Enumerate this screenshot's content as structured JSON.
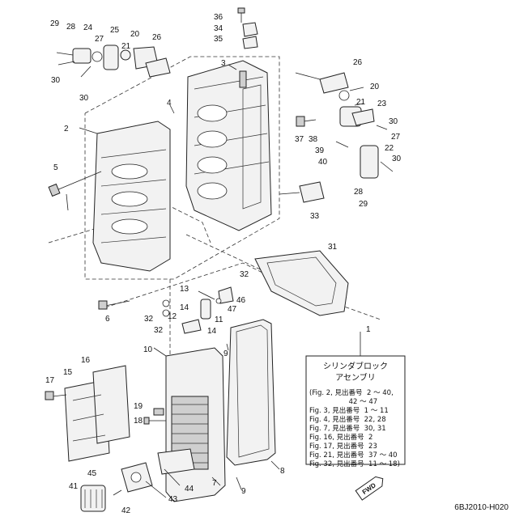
{
  "labels": [
    {
      "id": "29a",
      "text": "29"
    },
    {
      "id": "28a",
      "text": "28"
    },
    {
      "id": "24",
      "text": "24"
    },
    {
      "id": "27a",
      "text": "27"
    },
    {
      "id": "25",
      "text": "25"
    },
    {
      "id": "20a",
      "text": "20"
    },
    {
      "id": "21a",
      "text": "21"
    },
    {
      "id": "26a",
      "text": "26"
    },
    {
      "id": "30a",
      "text": "30"
    },
    {
      "id": "30b",
      "text": "30"
    },
    {
      "id": "36",
      "text": "36"
    },
    {
      "id": "34",
      "text": "34"
    },
    {
      "id": "35",
      "text": "35"
    },
    {
      "id": "3",
      "text": "3"
    },
    {
      "id": "26b",
      "text": "26"
    },
    {
      "id": "20b",
      "text": "20"
    },
    {
      "id": "21b",
      "text": "21"
    },
    {
      "id": "23",
      "text": "23"
    },
    {
      "id": "30c",
      "text": "30"
    },
    {
      "id": "4",
      "text": "4"
    },
    {
      "id": "2",
      "text": "2"
    },
    {
      "id": "37",
      "text": "37"
    },
    {
      "id": "38",
      "text": "38"
    },
    {
      "id": "39",
      "text": "39"
    },
    {
      "id": "27b",
      "text": "27"
    },
    {
      "id": "22",
      "text": "22"
    },
    {
      "id": "40",
      "text": "40"
    },
    {
      "id": "30d",
      "text": "30"
    },
    {
      "id": "5",
      "text": "5"
    },
    {
      "id": "28b",
      "text": "28"
    },
    {
      "id": "29b",
      "text": "29"
    },
    {
      "id": "33",
      "text": "33"
    },
    {
      "id": "31",
      "text": "31"
    },
    {
      "id": "32a",
      "text": "32"
    },
    {
      "id": "13",
      "text": "13"
    },
    {
      "id": "46",
      "text": "46"
    },
    {
      "id": "6",
      "text": "6"
    },
    {
      "id": "14a",
      "text": "14"
    },
    {
      "id": "47",
      "text": "47"
    },
    {
      "id": "32b",
      "text": "32"
    },
    {
      "id": "12",
      "text": "12"
    },
    {
      "id": "11",
      "text": "11"
    },
    {
      "id": "32c",
      "text": "32"
    },
    {
      "id": "14b",
      "text": "14"
    },
    {
      "id": "1",
      "text": "1"
    },
    {
      "id": "10",
      "text": "10"
    },
    {
      "id": "9a",
      "text": "9"
    },
    {
      "id": "16",
      "text": "16"
    },
    {
      "id": "17",
      "text": "17"
    },
    {
      "id": "15",
      "text": "15"
    },
    {
      "id": "19",
      "text": "19"
    },
    {
      "id": "18",
      "text": "18"
    },
    {
      "id": "8",
      "text": "8"
    },
    {
      "id": "45",
      "text": "45"
    },
    {
      "id": "44",
      "text": "44"
    },
    {
      "id": "41",
      "text": "41"
    },
    {
      "id": "43",
      "text": "43"
    },
    {
      "id": "7",
      "text": "7"
    },
    {
      "id": "9b",
      "text": "9"
    },
    {
      "id": "42",
      "text": "42"
    }
  ],
  "legend": {
    "title_line1": "シリンダブロック",
    "title_line2": "アセンブリ",
    "lines": [
      "(Fig. 2, 見出番号  2 ～ 40,",
      "                  42 ～ 47",
      "Fig. 3, 見出番号  1 ～ 11",
      "Fig. 4, 見出番号  22, 28",
      "Fig. 7, 見出番号  30, 31",
      "Fig. 16, 見出番号  2",
      "Fig. 17, 見出番号  23",
      "Fig. 21, 見出番号  37 ～ 40",
      "Fig. 32, 見出番号  11 ～ 18)"
    ]
  },
  "fwd_mark": "FWD",
  "diagram_code": "6BJ2010-H020"
}
